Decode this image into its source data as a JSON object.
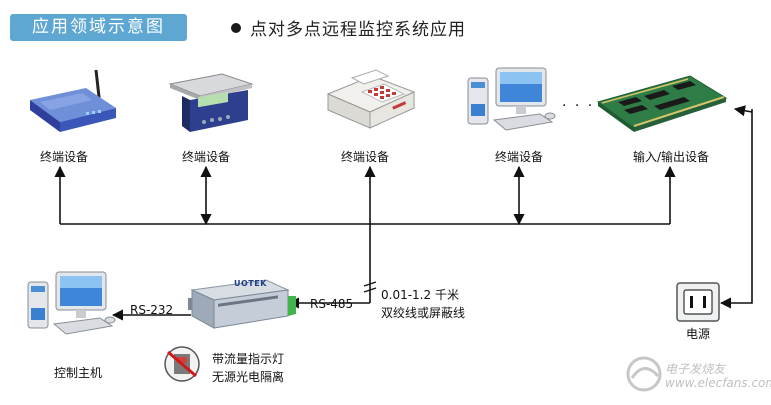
{
  "header": {
    "title": "应用领域示意图"
  },
  "subtitle": "点对多点远程监控系统应用",
  "devices": [
    {
      "label": "终端设备"
    },
    {
      "label": "终端设备"
    },
    {
      "label": "终端设备"
    },
    {
      "label": "终端设备"
    },
    {
      "label": "输入/输出设备"
    }
  ],
  "ellipsis": "· · · · ·",
  "host": {
    "label": "控制主机"
  },
  "converter": {
    "brand": "UOTEK",
    "left_port_label": "RS-232",
    "right_port_label": "RS-485"
  },
  "cable": {
    "spec": "0.01-1.2 千米",
    "type": "双绞线或屏蔽线"
  },
  "features": {
    "line1": "带流量指示灯",
    "line2": "无源光电隔离"
  },
  "power": {
    "label": "电源"
  },
  "watermark": {
    "text": "电子发烧友 www.elecfans.com"
  }
}
